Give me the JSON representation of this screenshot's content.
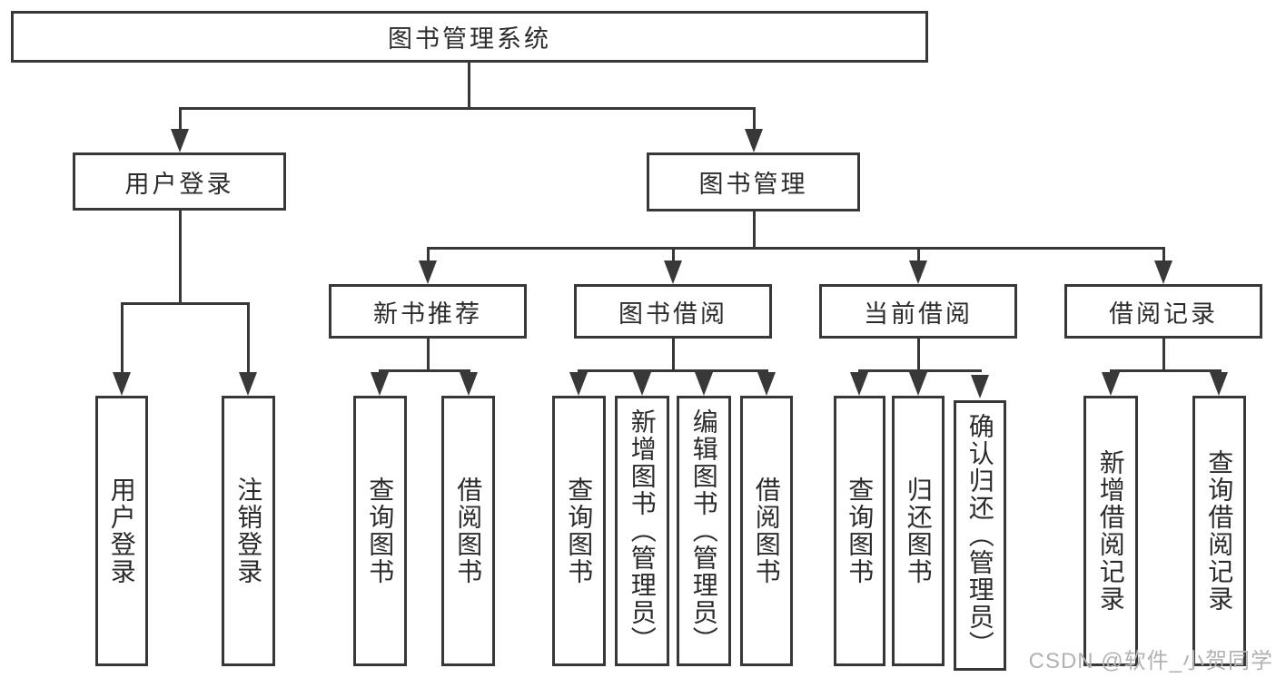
{
  "nodes": {
    "root": "图书管理系统",
    "user_login": "用户登录",
    "book_management": "图书管理",
    "new_book_recommend": "新书推荐",
    "book_borrow": "图书借阅",
    "current_borrow": "当前借阅",
    "borrow_records": "借阅记录",
    "user_login_leaf": "用户登录",
    "logout_leaf": "注销登录",
    "nb_query_books": "查询图书",
    "nb_borrow_books": "借阅图书",
    "bb_query_books": "查询图书",
    "bb_add_books": "新增图书（管理员）",
    "bb_edit_books": "编辑图书（管理员）",
    "bb_borrow_books": "借阅图书",
    "cb_query_books": "查询图书",
    "cb_return_books": "归还图书",
    "cb_confirm_return": "确认归还（管理员）",
    "br_add_record": "新增借阅记录",
    "br_query_record": "查询借阅记录"
  },
  "edges": {
    "图书管理系统": [
      "用户登录",
      "图书管理"
    ],
    "用户登录": [
      "用户登录",
      "注销登录"
    ],
    "图书管理": [
      "新书推荐",
      "图书借阅",
      "当前借阅",
      "借阅记录"
    ],
    "新书推荐": [
      "查询图书",
      "借阅图书"
    ],
    "图书借阅": [
      "查询图书",
      "新增图书（管理员）",
      "编辑图书（管理员）",
      "借阅图书"
    ],
    "当前借阅": [
      "查询图书",
      "归还图书",
      "确认归还（管理员）"
    ],
    "借阅记录": [
      "新增借阅记录",
      "查询借阅记录"
    ]
  },
  "watermark": "CSDN @软件_小贺同学",
  "colors": {
    "line": "#383838",
    "text": "#2b2b2b",
    "watermark": "#b3b1b1",
    "background": "#ffffff"
  }
}
